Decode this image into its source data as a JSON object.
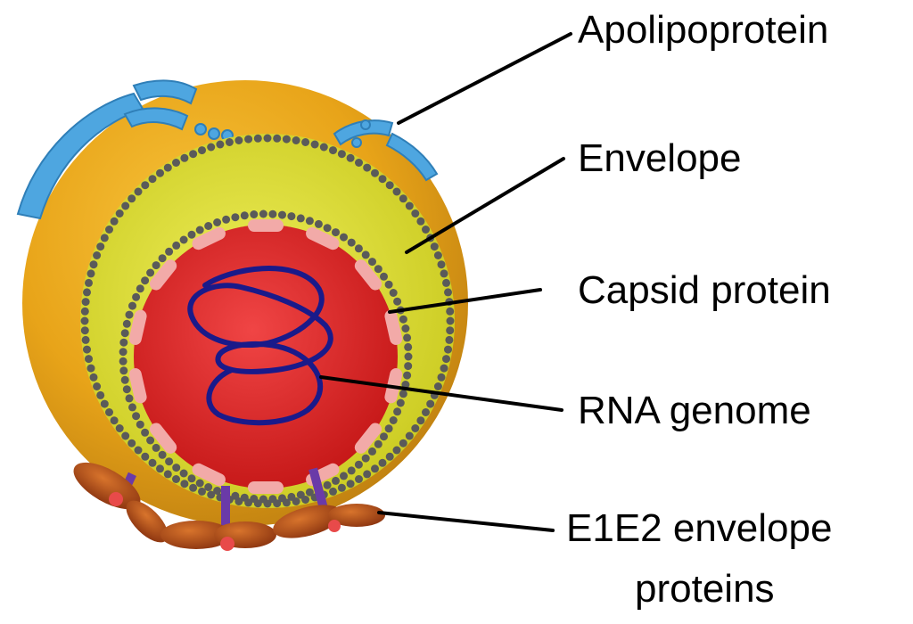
{
  "labels": {
    "apolipoprotein": "Apolipoprotein",
    "envelope": "Envelope",
    "capsid_protein": "Capsid protein",
    "rna_genome": "RNA genome",
    "e1e2_line1": "E1E2 envelope",
    "e1e2_line2": "proteins"
  },
  "colors": {
    "outer_sphere": "#e8a419",
    "envelope_layer": "#d8d82a",
    "capsid_core": "#d81f1f",
    "capsid_protein": "#f2aaa8",
    "lipid_head": "#5a5a5a",
    "rna": "#1a1a8a",
    "apolipoprotein": "#4ea6e0",
    "e1e2": "#b5521c",
    "e1e2_stalk": "#6a3aa8",
    "leader_line": "#000000"
  }
}
